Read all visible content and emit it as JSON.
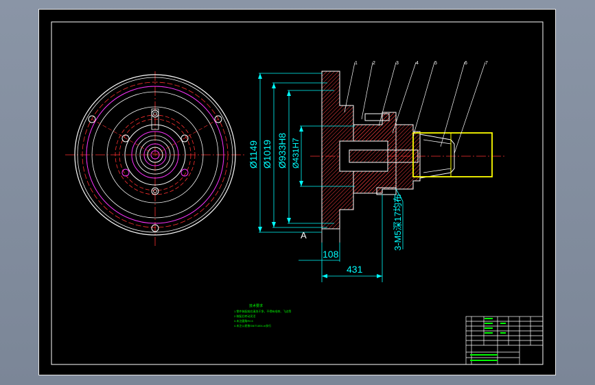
{
  "dimensions": {
    "d1149": "Ø1149",
    "d1019": "Ø1019",
    "d933": "Ø933H8",
    "d431": "Ø431H7",
    "len108": "108",
    "len431": "431",
    "holes": "3-M5深17均布"
  },
  "section_marker": "A",
  "balloons": [
    "1",
    "2",
    "3",
    "4",
    "5",
    "6",
    "7"
  ],
  "tech_notes": {
    "title": "技术要求",
    "lines": [
      "1.零件装配前应清洗干净，不得有毛刺、飞边等",
      "2.装配后转动灵活",
      "3.未注圆角R0.5",
      "4.未注公差按GB/T1804-m执行"
    ]
  },
  "colors": {
    "background": "#000000",
    "outline": "#ffffff",
    "center_line": "#ff0000",
    "dimension": "#00ffff",
    "hidden": "#ff00ff",
    "shaft": "#ffff00",
    "notes": "#00ff00"
  }
}
